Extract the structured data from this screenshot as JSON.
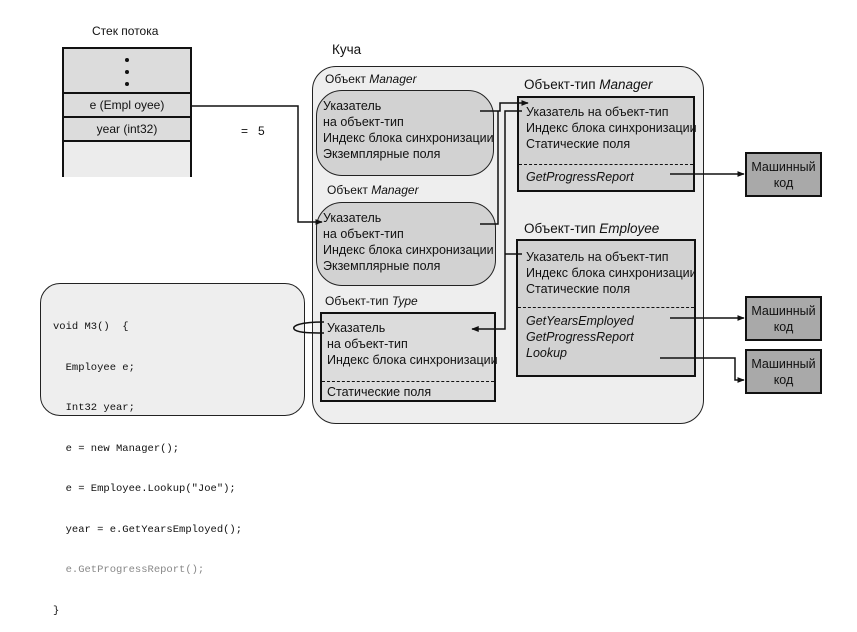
{
  "stack": {
    "title": "Стек потока",
    "cells": [
      {
        "label": "e (Empl oyee)"
      },
      {
        "label": "year (int32)"
      }
    ],
    "year_value": "=   5"
  },
  "heap": {
    "title": "Куча",
    "manager_object_1": {
      "title_prefix": "Объект ",
      "title_type": "Manager",
      "lines": [
        "Указатель",
        "на объект-тип",
        "Индекс блока синхронизации",
        "Экземплярные поля"
      ]
    },
    "manager_object_2": {
      "title_prefix": "Объект ",
      "title_type": "Manager",
      "lines": [
        "Указатель",
        "на объект-тип",
        "Индекс блока синхронизации",
        "Экземплярные поля"
      ]
    },
    "type_type_object": {
      "title_prefix": "Объект-тип ",
      "title_type": "Type",
      "lines": [
        "Указатель",
        "на объект-тип",
        "Индекс блока синхронизации"
      ],
      "static": "Статические поля"
    },
    "manager_type_object": {
      "title_prefix": "Объект-тип ",
      "title_type": "Manager",
      "lines": [
        "Указатель на объект-тип",
        "Индекс блока синхронизации",
        "Статические поля"
      ],
      "methods": [
        "GetProgressReport"
      ]
    },
    "employee_type_object": {
      "title_prefix": "Объект-тип ",
      "title_type": "Employee",
      "lines": [
        "Указатель на объект-тип",
        "Индекс блока синхронизации",
        "Статические поля"
      ],
      "methods": [
        "GetYearsEmployed",
        "GetProgressReport",
        "Lookup"
      ]
    }
  },
  "machine_code": [
    {
      "line1": "Машинный",
      "line2": "код"
    },
    {
      "line1": "Машинный",
      "line2": "код"
    },
    {
      "line1": "Машинный",
      "line2": "код"
    }
  ],
  "code": {
    "lines": [
      "void M3()  {",
      "  Employee e;",
      "  Int32 year;",
      "  e = new Manager();",
      "  e = Employee.Lookup(\"Joe\");",
      "  year = e.GetYearsEmployed();",
      "  e.GetProgressReport();",
      "}"
    ],
    "dim_line_index": 6
  }
}
